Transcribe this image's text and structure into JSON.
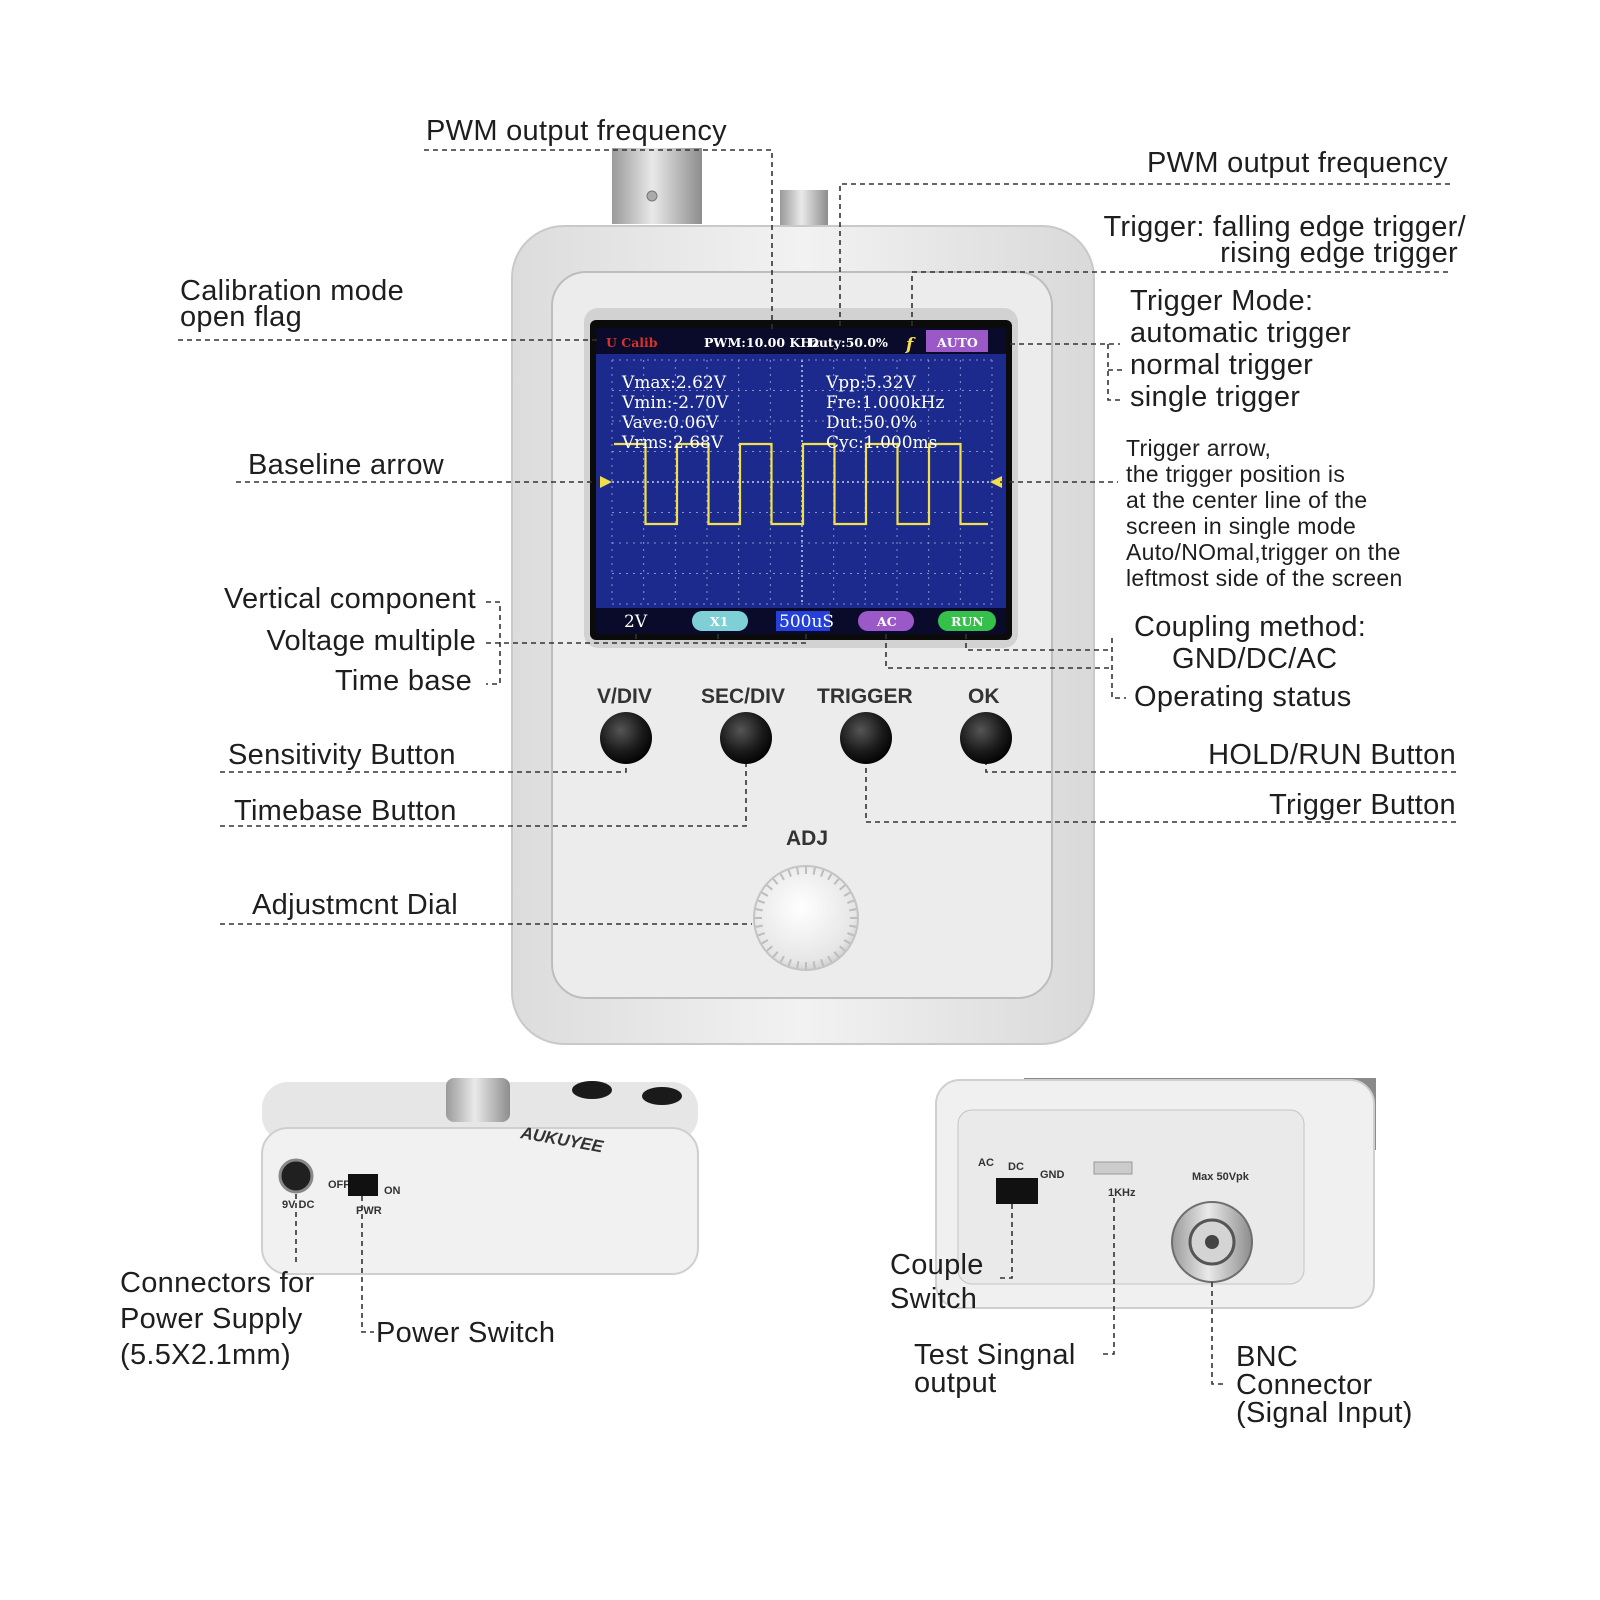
{
  "callouts": {
    "pwm_output_frequency_top": "PWM output frequency",
    "pwm_output_frequency_right": "PWM output frequency",
    "trigger_edge_line1": "Trigger: falling edge trigger/",
    "trigger_edge_line2": "rising edge trigger",
    "calibration_line1": "Calibration mode",
    "calibration_line2": "open flag",
    "trigger_mode_title": "Trigger Mode:",
    "trigger_mode_auto": "automatic trigger",
    "trigger_mode_normal": "normal trigger",
    "trigger_mode_single": "single trigger",
    "baseline_arrow": "Baseline arrow",
    "trigger_arrow_lines": [
      "Trigger arrow,",
      "the trigger position is",
      "at the center line of the",
      "screen in single mode",
      "Auto/NOmal,trigger on the",
      "leftmost side of the screen"
    ],
    "vertical_component": "Vertical component",
    "voltage_multiple": "Voltage multiple",
    "time_base": "Time base",
    "coupling_line1": "Coupling method:",
    "coupling_line2": "GND/DC/AC",
    "operating_status": "Operating status",
    "sensitivity_button": "Sensitivity Button",
    "hold_run_button": "HOLD/RUN Button",
    "timebase_button": "Timebase Button",
    "trigger_button": "Trigger Button",
    "adjustment_dial": "Adjustmcnt Dial",
    "power_connector_lines": [
      "Connectors for",
      "Power Supply",
      "(5.5X2.1mm)"
    ],
    "power_switch": "Power Switch",
    "couple_switch_lines": [
      "Couple",
      "Switch"
    ],
    "test_signal_lines": [
      "Test Singnal",
      "output"
    ],
    "bnc_lines": [
      "BNC",
      "Connector",
      "(Signal Input)"
    ]
  },
  "buttons": {
    "vdiv": "V/DIV",
    "secdiv": "SEC/DIV",
    "trigger": "TRIGGER",
    "ok": "OK",
    "adj": "ADJ"
  },
  "screen": {
    "calib_flag": "U Calib",
    "pwm": "PWM:10.00 KHz",
    "duty": "Duty:50.0%",
    "edge_symbol": "f",
    "trigger_mode": "AUTO",
    "vmax": "Vmax:2.62V",
    "vmin": "Vmin:-2.70V",
    "vave": "Vave:0.06V",
    "vrms": "Vrms:2.68V",
    "vpp": "Vpp:5.32V",
    "fre": "Fre:1.000kHz",
    "dut": "Dut:50.0%",
    "cyc": "Cyc:1.000ms",
    "volt_div": "2V",
    "probe": "X1",
    "timebase": "500uS",
    "coupling": "AC",
    "status": "RUN"
  },
  "bottom_left": {
    "brand": "AUKUYEE",
    "dc_label": "9V DC",
    "off_label": "OFF",
    "on_label": "ON",
    "pwr_label": "PWR"
  },
  "bottom_right": {
    "ac": "AC",
    "dc": "DC",
    "gnd": "GND",
    "test_freq": "1KHz",
    "max_input": "Max 50Vpk"
  },
  "colors": {
    "screen_bg": "#1b2a8c",
    "waveform": "#f2e04a",
    "auto_badge": "#9b59c8",
    "run_badge": "#35c04a",
    "probe_badge": "#7fd0d6",
    "timebase_badge": "#2440d8",
    "calib_red": "#d8342c",
    "case_body": "#ebebeb"
  }
}
